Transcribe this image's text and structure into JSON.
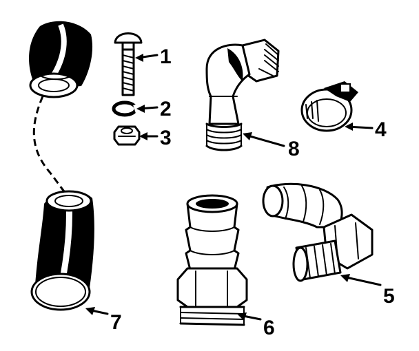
{
  "parts": [
    {
      "number": "1",
      "name": "carriage-bolt"
    },
    {
      "number": "2",
      "name": "split-lock-washer"
    },
    {
      "number": "3",
      "name": "hex-nut"
    },
    {
      "number": "4",
      "name": "hose-clamp"
    },
    {
      "number": "5",
      "name": "elbow-hose-barb-fitting"
    },
    {
      "number": "6",
      "name": "straight-hose-barb-fitting"
    },
    {
      "number": "7",
      "name": "hose"
    },
    {
      "number": "8",
      "name": "elbow-fitting"
    }
  ],
  "colors": {
    "ink": "#000000",
    "paper": "#ffffff"
  }
}
